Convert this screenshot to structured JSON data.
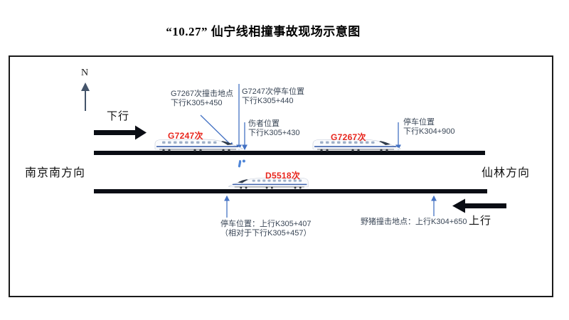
{
  "title": "“10.27” 仙宁线相撞事故现场示意图",
  "compass": {
    "north_label": "N"
  },
  "flow": {
    "down_label": "下行",
    "up_label": "上行",
    "left_terminus": "南京南方向",
    "right_terminus": "仙林方向"
  },
  "trains": {
    "g7247": {
      "label": "G7247次"
    },
    "g7267": {
      "label": "G7267次"
    },
    "d5518": {
      "label": "D5518次"
    }
  },
  "annotations": {
    "g7267_impact": {
      "line1": "G7267次撞击地点",
      "line2": "下行K305+450"
    },
    "g7247_stop": {
      "line1": "G7247次停车位置",
      "line2": "下行K305+440"
    },
    "injured": {
      "line1": "伤者位置",
      "line2": "下行K305+430"
    },
    "g7267_stop": {
      "line1": "停车位置",
      "line2": "下行K304+900"
    },
    "d5518_stop": {
      "line1": "停车位置：上行K305+407",
      "line2": "（相对于下行K305+457）"
    },
    "boar_impact": {
      "line1": "野猪撞击地点：上行K304+650"
    }
  },
  "colors": {
    "leader_blue": "#4472C4",
    "train_label_red": "#E8261D",
    "track_black": "#0A0D14",
    "annotation_text": "#3A4656",
    "north_arrow": "#44546A"
  }
}
